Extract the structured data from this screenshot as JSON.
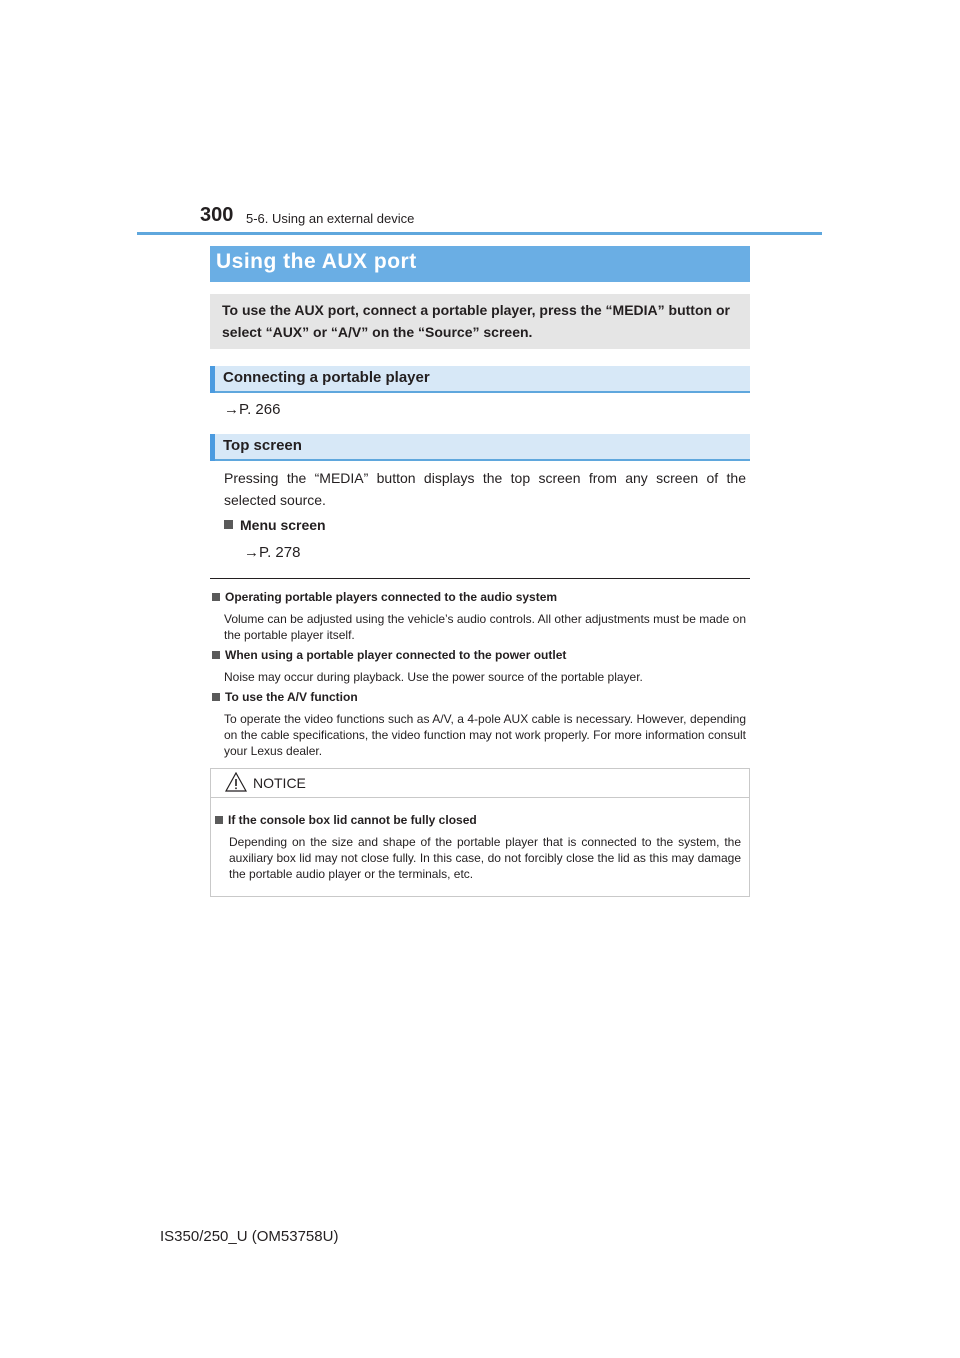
{
  "header": {
    "page_number": "300",
    "section": "5-6. Using an external device"
  },
  "title": "Using the AUX port",
  "intro": "To use the AUX port, connect a portable player, press the “MEDIA” button or select “AUX” or “A/V” on the “Source” screen.",
  "sections": [
    {
      "heading": "Connecting a portable player",
      "ref": "→P. 266"
    },
    {
      "heading": "Top screen",
      "body": "Pressing the “MEDIA” button displays the top screen from any screen of the selected source.",
      "menu_heading": "Menu screen",
      "menu_ref": "→P. 278"
    }
  ],
  "notes": [
    {
      "heading": "Operating portable players connected to the audio system",
      "body": "Volume can be adjusted using the vehicle’s audio controls. All other adjustments must be made on the portable player itself."
    },
    {
      "heading": "When using a portable player connected to the power outlet",
      "body": "Noise may occur during playback. Use the power source of the portable player."
    },
    {
      "heading": "To use the A/V function",
      "body": "To operate the video functions such as A/V, a 4-pole AUX cable is necessary. However, depending on the cable specifications, the video function may not work properly. For more information consult your Lexus dealer."
    }
  ],
  "notice": {
    "label": "NOTICE",
    "heading": "If the console box lid cannot be fully closed",
    "body": "Depending on the size and shape of the portable player that is connected to the system, the auxiliary box lid may not close fully. In this case, do not forcibly close the lid as this may damage the portable audio player or the terminals, etc."
  },
  "footer": "IS350/250_U (OM53758U)"
}
